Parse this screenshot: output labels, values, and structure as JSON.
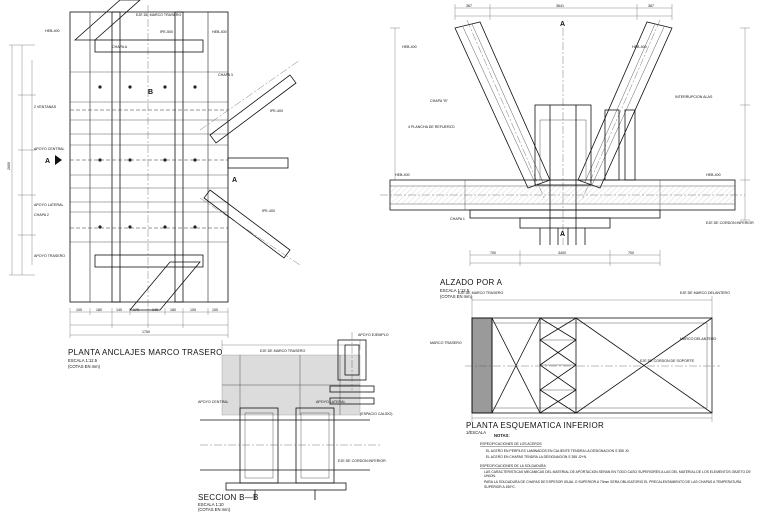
{
  "views": {
    "plan_rear": {
      "title": "PLANTA ANCLAJES MARCO TRASERO",
      "scale": "ESCALA 1:12.5",
      "units": "(COTAS EN mm)",
      "labels": {
        "heb_top_left": "HEB-400",
        "ipe_top": "IPE-500",
        "eje_marco": "EJE DE MARCO TRASERO",
        "heb_top_right": "HEB-400",
        "chapa_a": "CHAPA A",
        "chapa_3": "CHAPA 3",
        "b_mark": "B",
        "ventanas": "2 VENTANAS",
        "apoyo_central": "APOYO CENTRAL",
        "a_mark": "A",
        "apoyo_lateral": "APOYO LATERAL",
        "chapa_2": "CHAPA 2",
        "apoyo_trasero": "APOYO TRASERO",
        "ipe_right": "IPE-400",
        "a_right": "A",
        "ipe_lower_right": "IPE-400"
      },
      "bottom_dims": [
        "100",
        "180",
        "140",
        "170",
        "140",
        "180",
        "105",
        "100"
      ],
      "total_dim": "1750",
      "left_dims": [
        "2600"
      ]
    },
    "elevation": {
      "title": "ALZADO POR A",
      "scale": "ESCALA 1:12.5",
      "units": "(COTAS EN mm)",
      "top_label": "A",
      "labels": {
        "heb_top_left": "HEB-400",
        "heb_top_right": "HEB-400",
        "chapa_b": "CHAPA \"B\"",
        "plancha": "4 PLANCHA DE REFUERZO",
        "interrupcion": "INTERRUPCION ALAS",
        "heb_left": "HEB-400",
        "heb_right": "HEB-400",
        "eje_cordon": "EJE DE CORDON INFERIOR",
        "chapa_1": "CHAPA 1",
        "bottom_a": "A"
      },
      "top_dims": [
        "367",
        "3641",
        "367"
      ],
      "bottom_dims": [
        "700",
        "3400",
        "700"
      ]
    },
    "section_bb": {
      "title": "SECCION B—B",
      "scale": "ESCALA 1:10",
      "units": "(COTAS EN mm)",
      "labels": {
        "eje_marco": "EJE DE MARCO TRASERO",
        "apoyo_central": "APOYO CENTRAL",
        "apoyo_lateral": "APOYO LATERAL",
        "apoyo_ejemplo": "APOYO EJEMPLO",
        "espacio": "(ESPACIO CALIDO)",
        "eje_cordon": "EJE DE CORDON INFERIOR"
      }
    },
    "plan_lower": {
      "title": "PLANTA ESQUEMATICA INFERIOR",
      "scale": "1/ESCALA",
      "labels": {
        "eje_marco_trasero": "EJE DE MARCO TRASERO",
        "eje_marco_delantero": "EJE DE MARCO DELANTERO",
        "marco_trasero": "MARCO TRASERO",
        "marco_delantero": "MARCO DELANTERO",
        "eje_cordon": "EJE DE CORDON DE SOPORTE"
      }
    }
  },
  "notes": {
    "heading": "NOTAS:",
    "items": [
      {
        "title": "ESPECIFICACIONES DE LOS ACEROS",
        "lines": [
          "EL ACERO EN PERFILES LAMINADOS EN CALIENTE TENDRA LA DESIGNACION S 355 J0.",
          "EL ACERO EN CHAPAS TENDRA LA DESIGNACION S 355 J2+N."
        ]
      },
      {
        "title": "ESPECIFICACIONES DE LA SOLDADURA",
        "lines": [
          "LAS CARACTERISTICAS MECANICAS DEL MATERIAL DE APORTACION SERAN EN TODO CASO SUPERIORES A LAS DEL MATERIAL DE LOS ELEMENTOS OBJETO DE UNION.",
          "PARA LA SOLDADURA DE CHAPAS DE ESPESOR IGUAL O SUPERIOR A 70mm SERA OBLIGATORIO EL PRECALENTAMIENTO DE LAS CHAPAS A TEMPERATURA SUPERIOR A 150ºC."
        ]
      }
    ]
  }
}
